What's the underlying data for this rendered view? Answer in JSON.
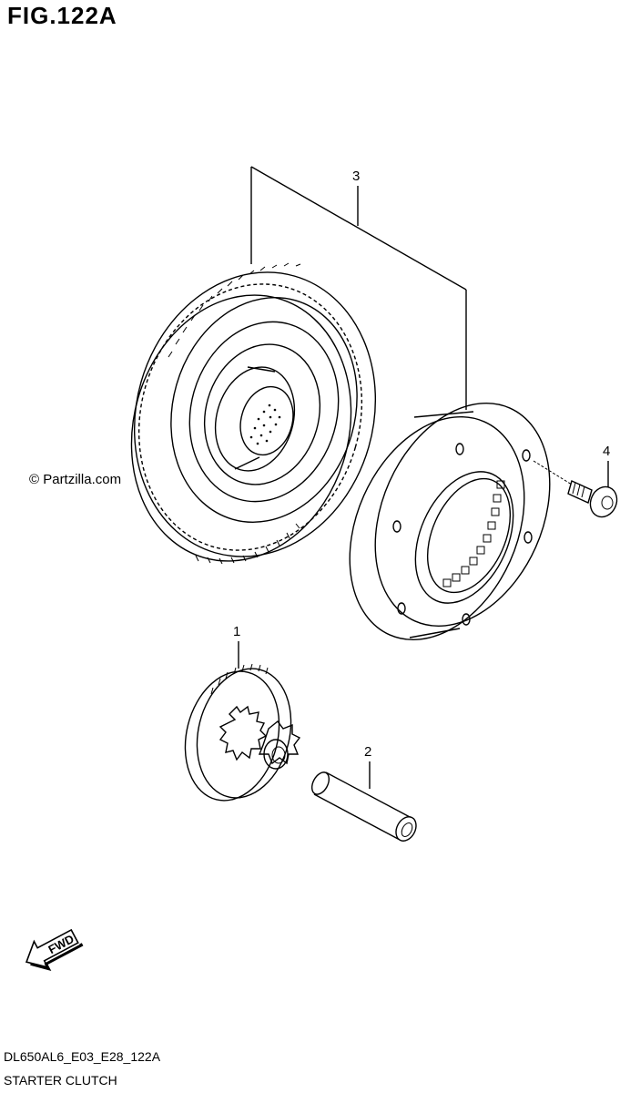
{
  "figure": {
    "title": "FIG.122A",
    "watermark": "© Partzilla.com",
    "code": "DL650AL6_E03_E28_122A",
    "description": "STARTER CLUTCH"
  },
  "callouts": {
    "c1": "1",
    "c2": "2",
    "c3": "3",
    "c4": "4"
  },
  "direction_label": "FWD",
  "colors": {
    "line": "#000000",
    "background": "#ffffff"
  }
}
